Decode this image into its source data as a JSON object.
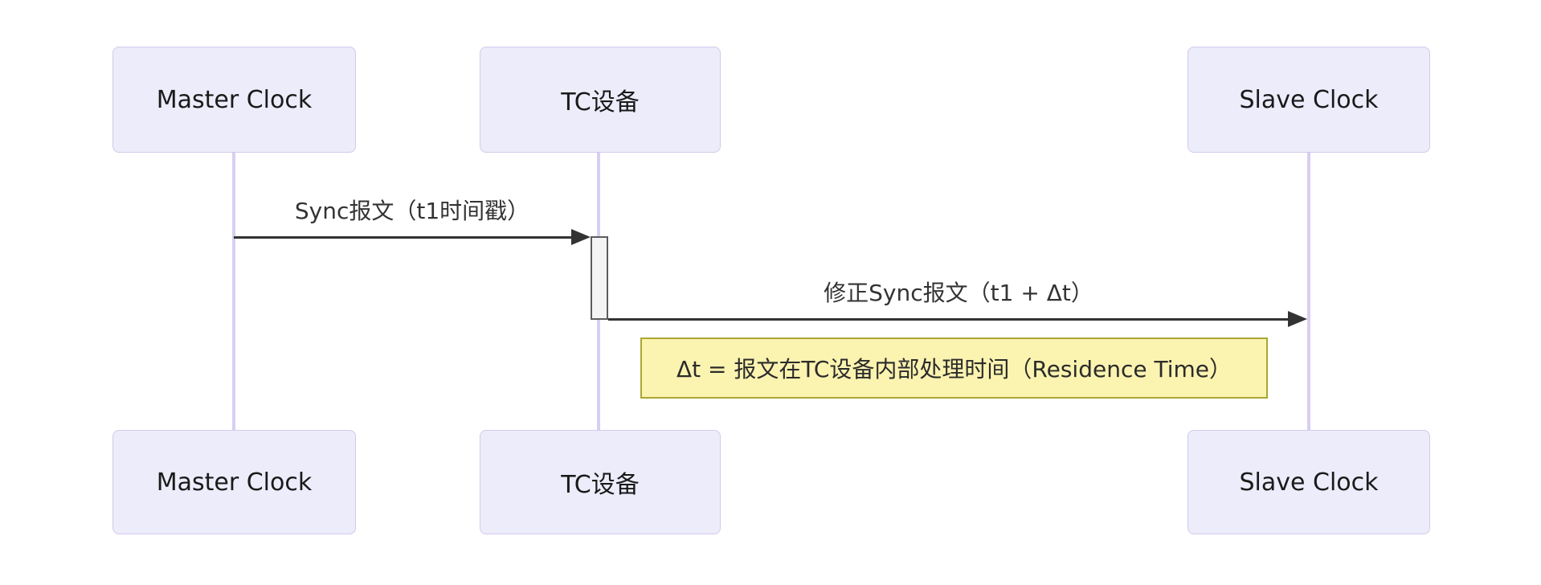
{
  "diagram": {
    "type": "sequence",
    "actors": [
      {
        "id": "master",
        "label": "Master Clock"
      },
      {
        "id": "tc",
        "label": "TC设备"
      },
      {
        "id": "slave",
        "label": "Slave Clock"
      }
    ],
    "messages": [
      {
        "from": "master",
        "to": "tc",
        "label": "Sync报文（t1时间戳）",
        "arrow": "solid-filled"
      },
      {
        "from": "tc",
        "to": "slave",
        "label": "修正Sync报文（t1 + Δt）",
        "arrow": "solid-filled"
      }
    ],
    "activation": {
      "actor": "tc"
    },
    "note": {
      "text": "Δt = 报文在TC设备内部处理时间（Residence Time）"
    },
    "colors": {
      "background": "#ffffff",
      "actor_fill": "#ececfb",
      "actor_border": "#d5c9ec",
      "lifeline": "#d8cef2",
      "arrow": "#333333",
      "text": "#1a1a1a",
      "activation_fill": "#f4f4f4",
      "activation_border": "#5c5c5c",
      "note_fill": "#fbf3b0",
      "note_border": "#a8a832"
    }
  }
}
